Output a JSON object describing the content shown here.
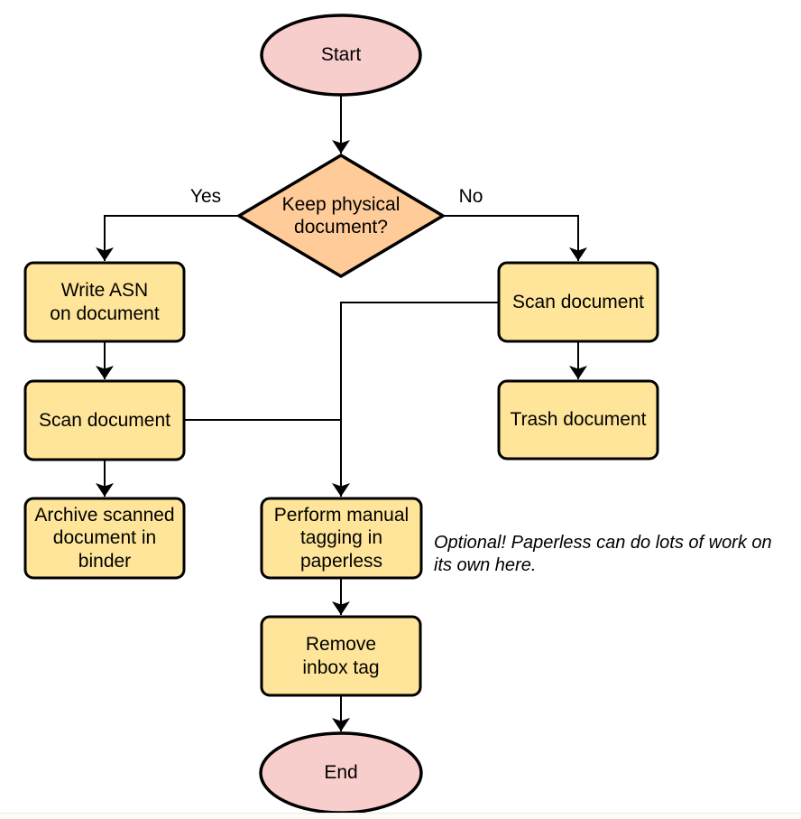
{
  "colors": {
    "terminal_fill": "#f8cecc",
    "decision_fill": "#ffcc99",
    "process_fill": "#ffe599",
    "stroke": "#000000"
  },
  "nodes": {
    "start": "Start",
    "decision": "Keep physical\ndocument?",
    "write_asn": "Write ASN\non document",
    "scan_left": "Scan document",
    "archive": "Archive scanned\ndocument in\nbinder",
    "scan_right": "Scan document",
    "trash": "Trash document",
    "perform_tagging": "Perform manual\ntagging in\npaperless",
    "remove_inbox": "Remove\ninbox tag",
    "end": "End"
  },
  "edge_labels": {
    "yes": "Yes",
    "no": "No"
  },
  "annotation": "Optional! Paperless can do lots of work on\nits own here."
}
